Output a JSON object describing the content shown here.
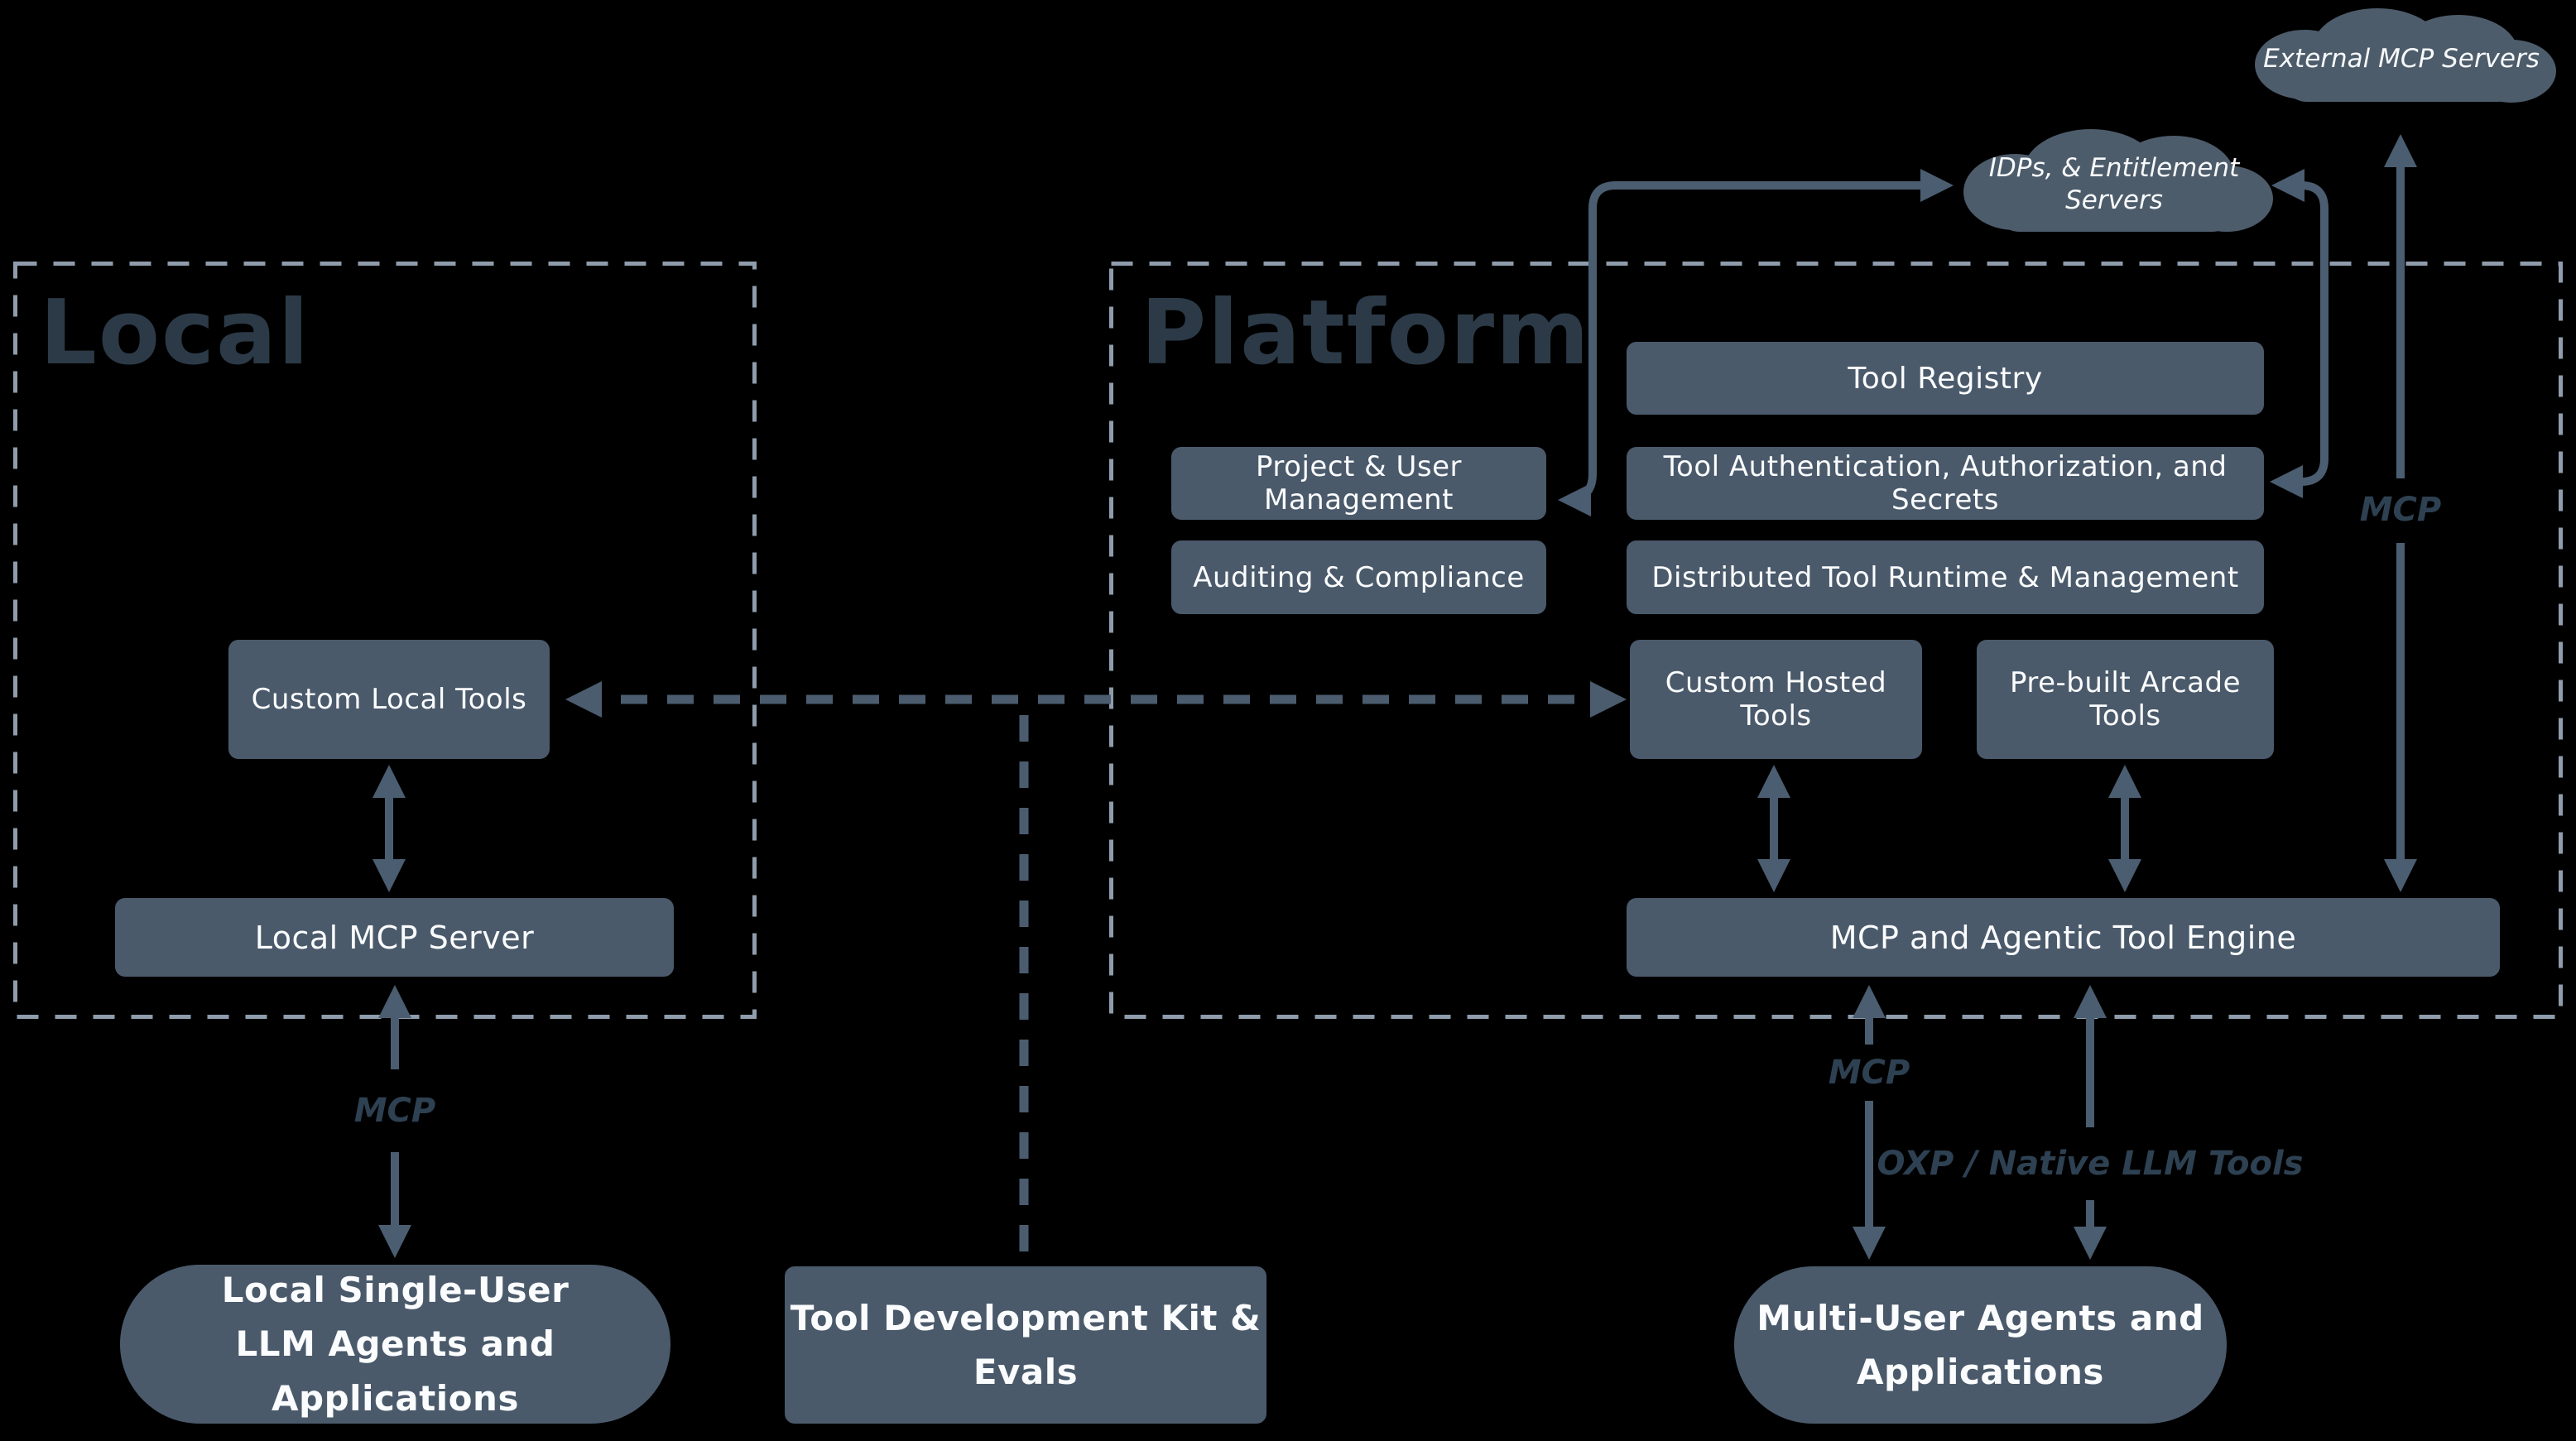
{
  "colors": {
    "background": "#000000",
    "node_fill": "#4a5a6b",
    "node_text": "#fbfcfd",
    "section_title": "#2c3a47",
    "dashed_border": "#8e9cab",
    "arrow": "#4b5d70",
    "edge_label": "#2e4152"
  },
  "sections": {
    "local": {
      "title": "Local"
    },
    "platform": {
      "title": "Platform"
    }
  },
  "clouds": {
    "external_mcp": {
      "label": "External MCP Servers"
    },
    "idps": {
      "line1": "IDPs, & Entitlement",
      "line2": "Servers"
    }
  },
  "boxes": {
    "tool_registry": {
      "label": "Tool Registry"
    },
    "project_user_management": {
      "label": "Project & User Management"
    },
    "tool_auth": {
      "label": "Tool Authentication, Authorization, and Secrets"
    },
    "auditing_compliance": {
      "label": "Auditing & Compliance"
    },
    "distributed_runtime": {
      "label": "Distributed Tool Runtime & Management"
    },
    "custom_hosted_tools": {
      "label": "Custom Hosted Tools"
    },
    "prebuilt_arcade_tools": {
      "label": "Pre-built Arcade Tools"
    },
    "mcp_engine": {
      "label": "MCP and Agentic Tool Engine"
    },
    "custom_local_tools": {
      "label": "Custom Local Tools"
    },
    "local_mcp_server": {
      "label": "Local MCP Server"
    }
  },
  "agents": {
    "local_single_user": {
      "line1": "Local Single-User",
      "line2": "LLM Agents and Applications"
    },
    "tool_dev_kit": {
      "label": "Tool Development Kit & Evals"
    },
    "multi_user": {
      "line1": "Multi-User Agents and",
      "line2": "Applications"
    }
  },
  "edge_labels": {
    "mcp_local": "MCP",
    "mcp_engine_agents": "MCP",
    "mcp_external": "MCP",
    "oxp": "OXP / Native LLM Tools"
  }
}
